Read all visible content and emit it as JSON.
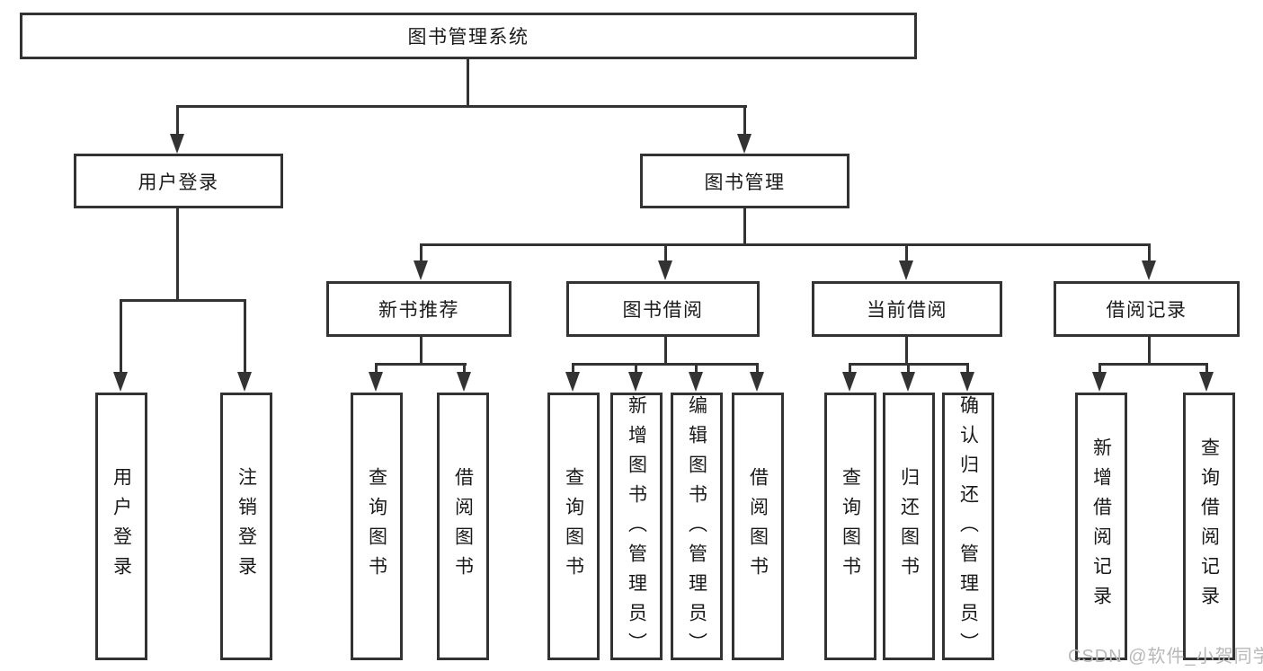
{
  "tree": {
    "root": {
      "label": "图书管理系统"
    },
    "branches": [
      {
        "label": "用户登录",
        "children": [
          {
            "label": "用户登录"
          },
          {
            "label": "注销登录"
          }
        ]
      },
      {
        "label": "图书管理",
        "children": [
          {
            "label": "新书推荐",
            "children": [
              {
                "label": "查询图书"
              },
              {
                "label": "借阅图书"
              }
            ]
          },
          {
            "label": "图书借阅",
            "children": [
              {
                "label": "查询图书"
              },
              {
                "label": "新增图书（管理员）"
              },
              {
                "label": "编辑图书（管理员）"
              },
              {
                "label": "借阅图书"
              }
            ]
          },
          {
            "label": "当前借阅",
            "children": [
              {
                "label": "查询图书"
              },
              {
                "label": "归还图书"
              },
              {
                "label": "确认归还（管理员）"
              }
            ]
          },
          {
            "label": "借阅记录",
            "children": [
              {
                "label": "新增借阅记录"
              },
              {
                "label": "查询借阅记录"
              }
            ]
          }
        ]
      }
    ]
  },
  "watermark": {
    "text": "CSDN @软件_小贺同学"
  },
  "colors": {
    "line": "#333333",
    "box_border": "#333333",
    "box_background": "#ffffff",
    "text": "#1a1a1a",
    "watermark": "#b8b8b8",
    "page_background": "#ffffff"
  }
}
